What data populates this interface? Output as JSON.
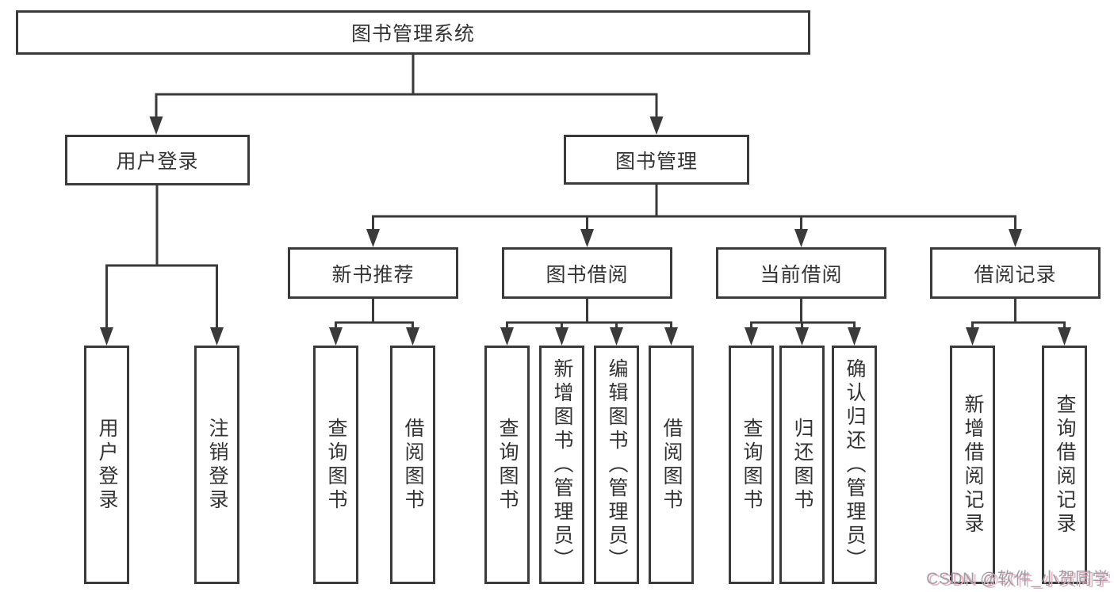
{
  "diagram": {
    "root": {
      "label": "图书管理系统"
    },
    "level2": [
      {
        "id": "user-login",
        "label": "用户登录"
      },
      {
        "id": "book-management",
        "label": "图书管理"
      }
    ],
    "level3": [
      {
        "id": "new-book-recommend",
        "label": "新书推荐"
      },
      {
        "id": "book-borrow",
        "label": "图书借阅"
      },
      {
        "id": "current-borrow",
        "label": "当前借阅"
      },
      {
        "id": "borrow-records",
        "label": "借阅记录"
      }
    ],
    "leaves": [
      {
        "id": "user-login",
        "label": "用户登录"
      },
      {
        "id": "logout-login",
        "label": "注销登录"
      },
      {
        "id": "query-book-1",
        "label": "查询图书"
      },
      {
        "id": "borrow-book-1",
        "label": "借阅图书"
      },
      {
        "id": "query-book-2",
        "label": "查询图书"
      },
      {
        "id": "add-book-admin",
        "label": "新增图书（管理员）"
      },
      {
        "id": "edit-book-admin",
        "label": "编辑图书（管理员）"
      },
      {
        "id": "borrow-book-2",
        "label": "借阅图书"
      },
      {
        "id": "query-book-3",
        "label": "查询图书"
      },
      {
        "id": "return-book",
        "label": "归还图书"
      },
      {
        "id": "confirm-return-admin",
        "label": "确认归还（管理员）"
      },
      {
        "id": "add-borrow-record",
        "label": "新增借阅记录"
      },
      {
        "id": "query-borrow-record",
        "label": "查询借阅记录"
      }
    ]
  },
  "watermark": {
    "text": "CSDN @软件_小贺同学"
  },
  "colors": {
    "line": "#3a3a3a",
    "text": "#333333",
    "background": "#ffffff",
    "watermark_gray": "#9ca0a6",
    "watermark_pink": "#f5aebf"
  }
}
